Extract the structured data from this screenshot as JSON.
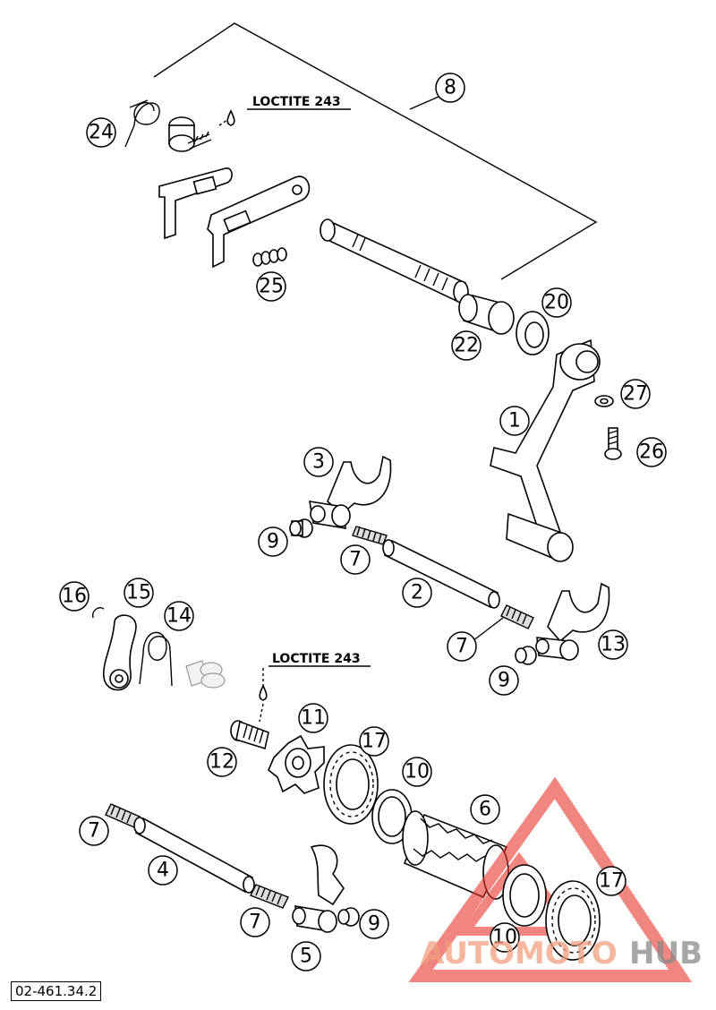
{
  "diagram_code": "02-461.34.2",
  "notes": {
    "loctite_top": "LOCTITE 243",
    "loctite_mid": "LOCTITE 243"
  },
  "labels": {
    "p1": "1",
    "p2": "2",
    "p3": "3",
    "p4": "4",
    "p5": "5",
    "p6": "6",
    "p7a": "7",
    "p7b": "7",
    "p7c": "7",
    "p7d": "7",
    "p8": "8",
    "p9a": "9",
    "p9b": "9",
    "p9c": "9",
    "p10a": "10",
    "p10b": "10",
    "p11": "11",
    "p12": "12",
    "p13": "13",
    "p14": "14",
    "p15": "15",
    "p16": "16",
    "p17a": "17",
    "p17b": "17",
    "p20": "20",
    "p22": "22",
    "p24": "24",
    "p25": "25",
    "p26": "26",
    "p27": "27"
  },
  "watermark": {
    "part1": "AUTOMOTO",
    "part2": "HUB",
    "color1": "#f2a07e",
    "color2": "#8a8a8a",
    "triangle_color": "#e8352b"
  }
}
